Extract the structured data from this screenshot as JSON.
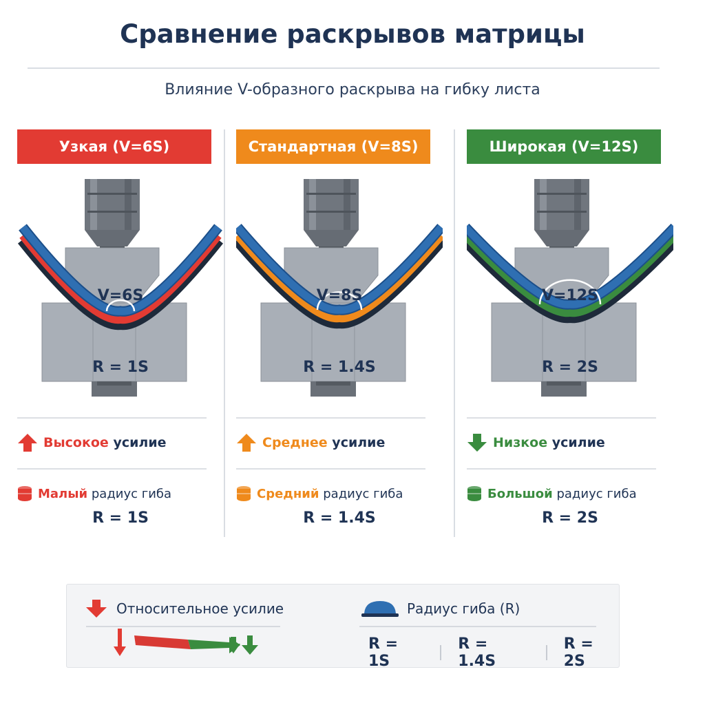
{
  "title": "Сравнение раскрывов матрицы",
  "subtitle": "Влияние V-образного раскрыва на гибку листа",
  "columns": [
    {
      "header": "Узкая (V=6S)",
      "accent": "#e23b33",
      "die_label": "V=6S",
      "radius_label": "R = 1S",
      "force_word": "Высокое",
      "force_rest": " усилие",
      "force_direction": "up",
      "radius_word": "Малый",
      "radius_rest": " радиус гиба",
      "radius_value": "R = 1S"
    },
    {
      "header": "Стандартная (V=8S)",
      "accent": "#ef8a1c",
      "die_label": "V=8S",
      "radius_label": "R = 1.4S",
      "force_word": "Среднее",
      "force_rest": " усилие",
      "force_direction": "up",
      "radius_word": "Средний",
      "radius_rest": " радиус гиба",
      "radius_value": "R = 1.4S"
    },
    {
      "header": "Широкая (V=12S)",
      "accent": "#3a8c3f",
      "die_label": "V=12S",
      "radius_label": "R = 2S",
      "force_word": "Низкое",
      "force_rest": " усилие",
      "force_direction": "down",
      "radius_word": "Большой",
      "radius_rest": " радиус гиба",
      "radius_value": "R = 2S"
    }
  ],
  "legend": {
    "force_label": "Относительное усилие",
    "radius_label": "Радиус гиба (R)",
    "r_values": [
      "R = 1S",
      "R = 1.4S",
      "R = 2S"
    ]
  },
  "colors": {
    "sheet_blue": "#2f6fb2",
    "steel": "#8f959d",
    "navy": "#1f3354"
  }
}
